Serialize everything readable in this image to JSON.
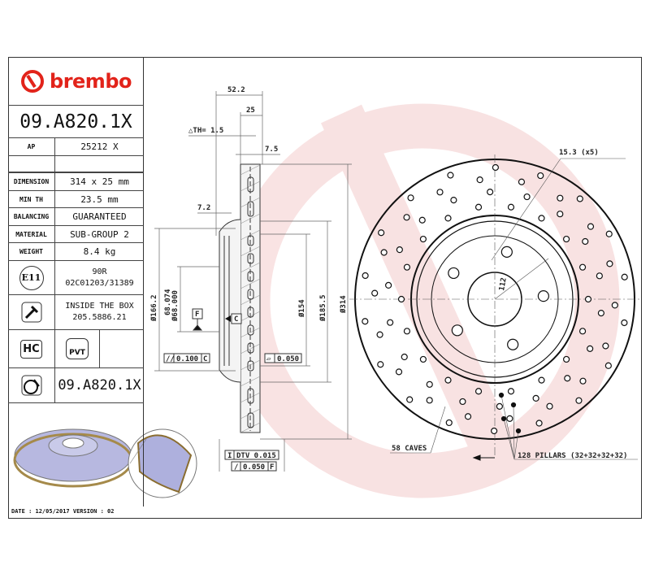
{
  "brand": "brembo",
  "part_number": "09.A820.1X",
  "specs": {
    "ap_label": "AP",
    "ap_value": "25212 X",
    "dimension_label": "DIMENSION",
    "dimension_value": "314 x 25 mm",
    "minth_label": "MIN TH",
    "minth_value": "23.5 mm",
    "balancing_label": "BALANCING",
    "balancing_value": "GUARANTEED",
    "material_label": "MATERIAL",
    "material_value": "SUB-GROUP 2",
    "weight_label": "WEIGHT",
    "weight_value": "8.4 kg",
    "e11_label": "E11",
    "e11_line1": "90R",
    "e11_line2": "02C01203/31389",
    "box_line1": "INSIDE THE BOX",
    "box_line2": "205.5886.21",
    "hc_label": "HC",
    "pvt_label": "PVT",
    "bottom_part_number": "09.A820.1X"
  },
  "footer": {
    "date_line": "DATE : 12/05/2017 VERSION : 02"
  },
  "section": {
    "dim_52": "52.2",
    "dim_25": "25",
    "dim_th": "△TH= 1.5",
    "dim_75": "7.5",
    "dim_72": "7.2",
    "dia_1662": "Ø166.2",
    "dia_68a": "68.074",
    "dia_68b": "Ø68.000",
    "dia_154": "Ø154",
    "dia_1855": "Ø185.5",
    "dia_314": "Ø314",
    "datum_f": "F",
    "datum_c": "C",
    "tol_parallel": "0.100",
    "tol_parallel_ref": "C",
    "tol_flat": "0.050",
    "tol_dtv": "DTV 0.015",
    "tol_runout": "0.050",
    "tol_runout_ref": "F"
  },
  "face": {
    "holes_label": "15.3 (x5)",
    "pcd_label": "112",
    "caves_label": "58 CAVES",
    "pillars_label": "128 PILLARS (32+32+32+32)"
  },
  "colors": {
    "brand_red": "#e2231a",
    "watermark": "#f6d3d3"
  }
}
